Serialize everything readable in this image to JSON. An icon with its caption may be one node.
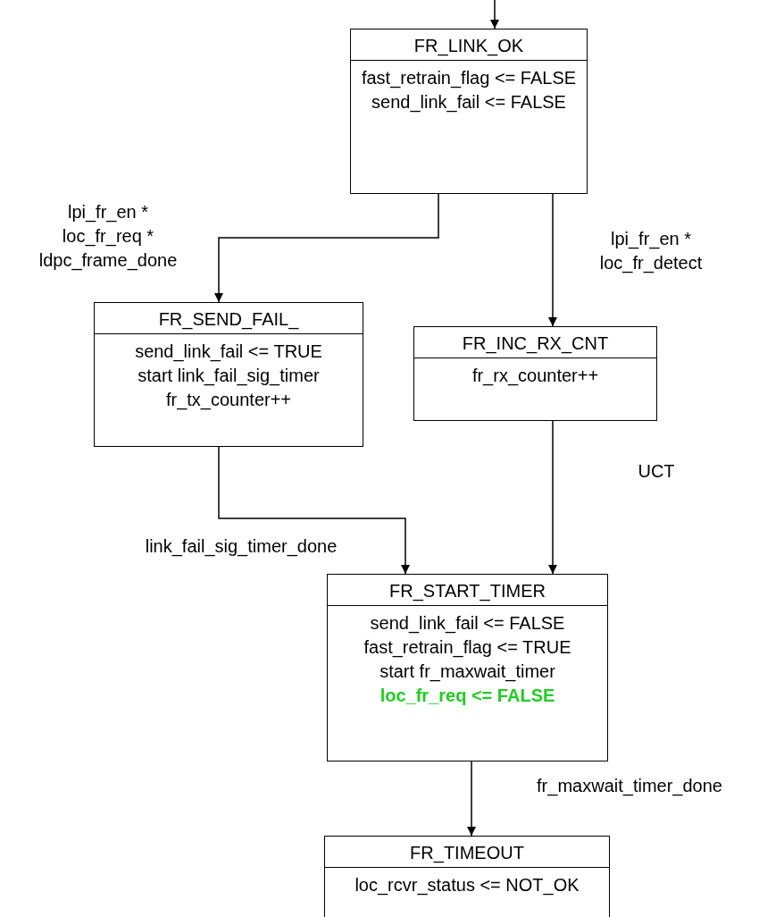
{
  "diagram": {
    "nodes": [
      {
        "text": [
          "FR_LINK_OK",
          "fast_retrain_flag <= FALSE",
          "send_link_fail <= FALSE"
        ]
      },
      {
        "text": [
          "FR_SEND_FAIL_",
          "send_link_fail <= TRUE",
          "start link_fail_sig_timer",
          "fr_tx_counter++"
        ]
      },
      {
        "text": [
          "FR_INC_RX_CNT",
          "fr_rx_counter++"
        ]
      },
      {
        "text": [
          "FR_START_TIMER",
          "send_link_fail <= FALSE",
          "fast_retrain_flag <= TRUE",
          "start fr_maxwait_timer",
          "**loc_fr_req <= FALSE**"
        ]
      },
      {
        "text": [
          "FR_TIMEOUT",
          "loc_rcvr_status <= NOT_OK"
        ]
      }
    ],
    "edges": [
      {
        "from": null,
        "to": 0,
        "arrow": "to"
      },
      {
        "from": 0,
        "to": 1,
        "arrow": "to",
        "label": "lpi_fr_en * loc_fr_req * ldpc_frame_done"
      },
      {
        "from": 0,
        "to": 2,
        "arrow": "to",
        "label": "lpi_fr_en * loc_fr_detect"
      },
      {
        "from": 1,
        "to": 3,
        "arrow": "to",
        "label": "link_fail_sig_timer_done"
      },
      {
        "from": 2,
        "to": 3,
        "arrow": "to",
        "label": "UCT"
      },
      {
        "from": 3,
        "to": 4,
        "arrow": "to",
        "label": "fr_maxwait_timer_done"
      }
    ]
  }
}
